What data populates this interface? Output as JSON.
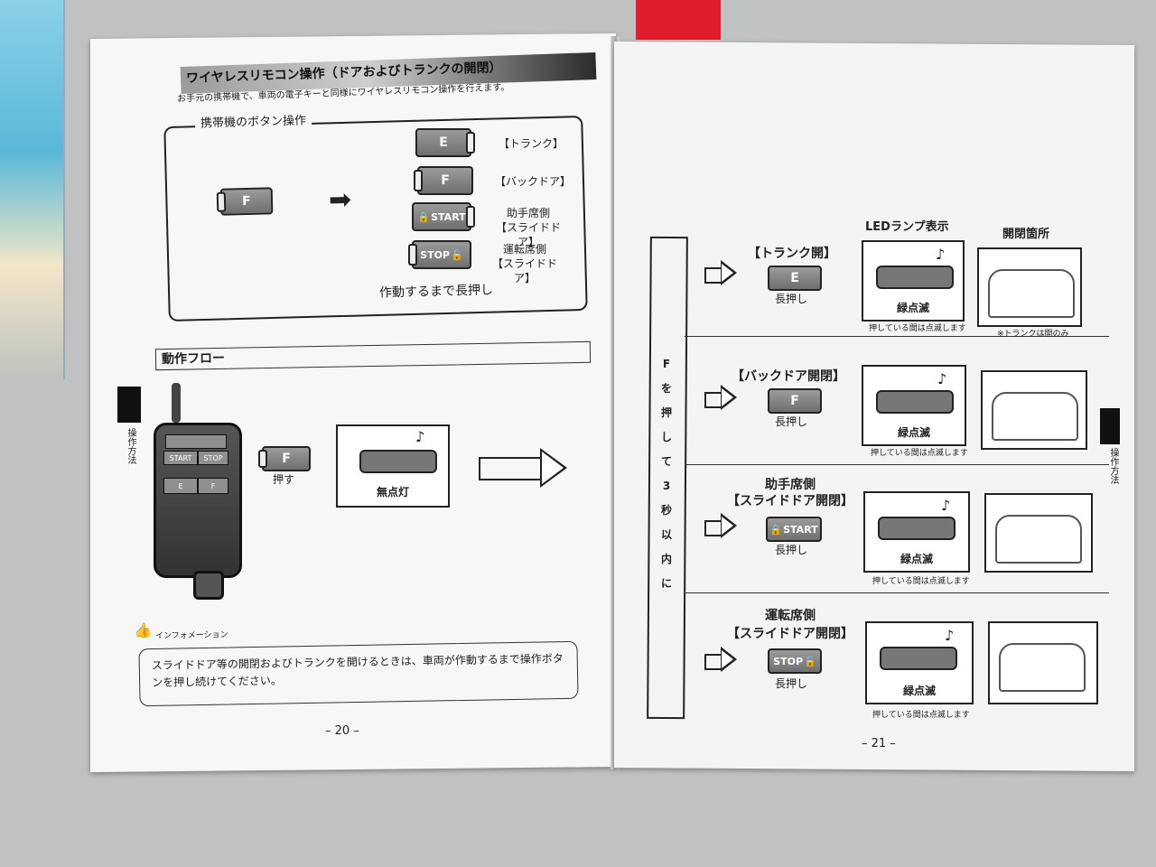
{
  "left_page": {
    "title": "ワイヤレスリモコン操作（ドアおよびトランクの開閉）",
    "subtitle": "お手元の携帯機で、車両の電子キーと同様にワイヤレスリモコン操作を行えます。",
    "panel_label": "携帯機のボタン操作",
    "source_button": "F",
    "buttons": [
      {
        "label": "E",
        "desc": "【トランク】"
      },
      {
        "label": "F",
        "desc": "【バックドア】"
      },
      {
        "label": "START",
        "desc": "助手席側\n【スライドドア】"
      },
      {
        "label": "STOP",
        "desc": "運転席側\n【スライドドア】"
      }
    ],
    "hold_note": "作動するまで長押し",
    "flow_title": "動作フロー",
    "side_tab": "操作方法",
    "press_button": "F",
    "press_label": "押す",
    "led_caption": "無点灯",
    "fob_buttons": [
      "START",
      "STOP",
      "E",
      "F"
    ],
    "info_title": "インフォメーション",
    "info_text": "スライドドア等の開閉およびトランクを開けるときは、車両が作動するまで操作ボタンを押し続けてください。",
    "page_number": "– 20 –"
  },
  "right_page": {
    "header_led": "LEDランプ表示",
    "header_place": "開閉箇所",
    "vertical_label": "Fを押して3秒以内に",
    "side_tab": "操作方法",
    "rows": [
      {
        "title": "【トランク開】",
        "button": "E",
        "hold": "長押し",
        "led": "緑点滅",
        "note": "押している間は点滅します",
        "place_note": "※トランクは開のみ"
      },
      {
        "title": "【バックドア開閉】",
        "button": "F",
        "hold": "長押し",
        "led": "緑点滅",
        "note": "押している間は点滅します",
        "place_note": ""
      },
      {
        "title": "助手席側\n【スライドドア開閉】",
        "button": "START",
        "hold": "長押し",
        "led": "緑点滅",
        "note": "押している間は点滅します",
        "place_note": ""
      },
      {
        "title": "運転席側\n【スライドドア開閉】",
        "button": "STOP",
        "hold": "長押し",
        "led": "緑点滅",
        "note": "押している間は点滅します",
        "place_note": ""
      }
    ],
    "page_number": "– 21 –"
  },
  "colors": {
    "accent_red": "#e01d2c",
    "ink": "#222222",
    "button_grey": "#7d7f80"
  }
}
